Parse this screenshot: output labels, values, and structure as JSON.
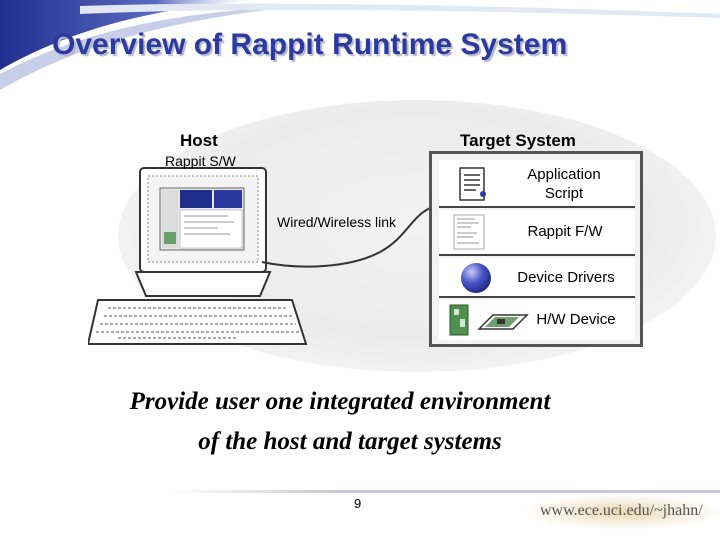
{
  "slide": {
    "title": "Overview of Rappit Runtime System",
    "page_number": "9",
    "footer_url": "www.ece.uci.edu/~jhahn/"
  },
  "diagram": {
    "host": {
      "title": "Host",
      "subtitle": "Rappit S/W"
    },
    "link_label": "Wired/Wireless link",
    "target": {
      "title": "Target System",
      "layers": [
        {
          "label": "Application Script",
          "icon": "script-document-icon"
        },
        {
          "label": "Rappit F/W",
          "icon": "firmware-listing-icon"
        },
        {
          "label": "Device Drivers",
          "icon": "blue-sphere-icon"
        },
        {
          "label": "H/W Device",
          "icon": "circuit-board-icon"
        }
      ]
    }
  },
  "caption": {
    "line1": "Provide user one integrated environment",
    "line2": "of the host and target systems"
  },
  "colors": {
    "title": "#2b3aa0",
    "swoosh": "#2a3c9e",
    "sphere": "#4a55c8"
  }
}
